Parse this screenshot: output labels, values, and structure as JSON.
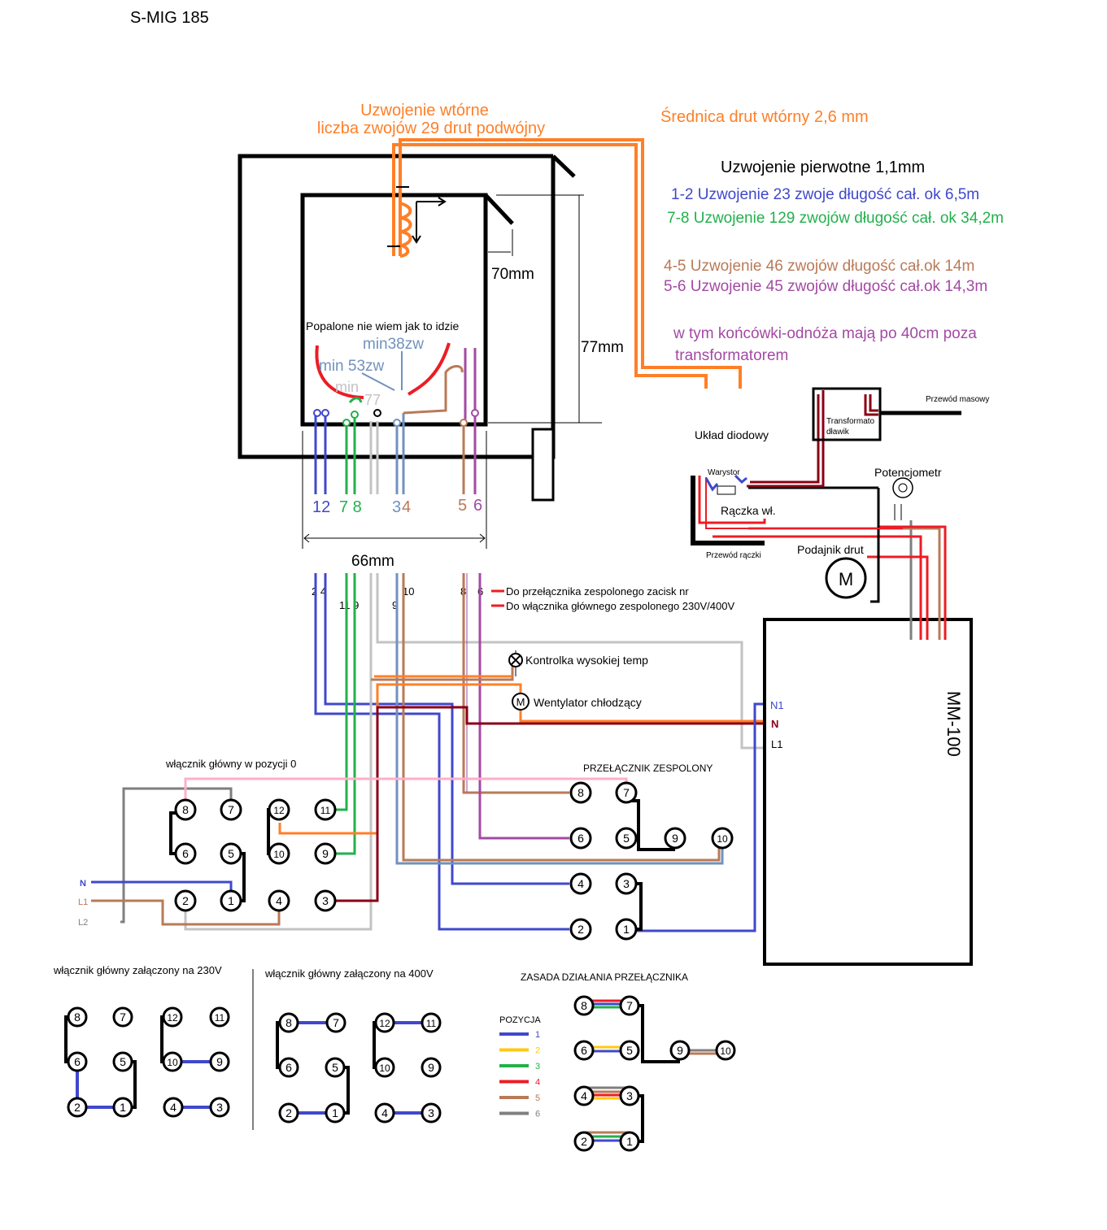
{
  "title": "S-MIG 185",
  "colors": {
    "blue": "#3f48cc",
    "green": "#22b14c",
    "orange": "#ff7f27",
    "brown": "#b97a57",
    "purple": "#a349a4",
    "grey": "#7f7f7f",
    "lightgrey": "#c3c3c3",
    "steel": "#7092be",
    "darkred": "#880015",
    "red": "#ed1c24",
    "yellow": "#ffc90e",
    "pink": "#ffaec9",
    "black": "#000000"
  },
  "transformer": {
    "secondary_title": "Uzwojenie wtórne",
    "secondary_turns": "liczba zwojów 29 drut podwójny",
    "secondary_diameter": "Średnica drut wtórny 2,6 mm",
    "primary_title": "Uzwojenie pierwotne 1,1mm",
    "w12": "1-2 Uzwojenie 23 zwoje  długość cał. ok 6,5m",
    "w78": "7-8 Uzwojenie 129 zwojów długość  cał. ok 34,2m",
    "w45": "4-5 Uzwojenie 46 zwojów długość cał.ok 14m",
    "w56": "5-6 Uzwojenie 45 zwojów długość cał.ok 14,3m",
    "leads_1": "w tym końcówki-odnóża  mają po 40cm poza",
    "leads_2": "transformatorem",
    "burnt": "Popalone nie wiem jak to idzie",
    "min38": "min38zw",
    "min53": "min 53zw",
    "min": "min",
    "n77": "77",
    "dim_70": "70mm",
    "dim_77": "77mm",
    "dim_66": "66mm",
    "term_12": "12",
    "term_78": "7 8",
    "term_3": "3",
    "term_4": "4",
    "term_5": "5",
    "term_6": "6"
  },
  "bus": {
    "c24": "2 4",
    "c119": "11 9",
    "c9": "9",
    "c10": "10",
    "c8": "8",
    "c6": "6",
    "note1": "Do przełącznika zespolonego zacisk nr",
    "note2": "Do włącznika głównego zespolonego 230V/400V"
  },
  "labels": {
    "diode": "Układ diodowy",
    "varistor": "Warystor",
    "transformer_choke_1": "Transformato",
    "transformer_choke_2": "dławik",
    "ground_cable": "Przewód masowy",
    "pot": "Potencjometr",
    "trigger": "Rączka wł.",
    "handle_cable": "Przewód rączki",
    "feeder": "Podajnik drut",
    "motor": "M",
    "lamp": "Kontrolka wysokiej temp",
    "fan": "Wentylator chłodzący",
    "board": "MM-100",
    "n1": "N1",
    "n": "N",
    "l1": "L1"
  },
  "main_switch": {
    "title": "włącznik główny   w pozycji 0",
    "n": "N",
    "l1": "L1",
    "l2": "L2"
  },
  "combo_switch": {
    "title": "PRZEŁĄCZNIK ZESPOLONY"
  },
  "bottom": {
    "sw230": "włącznik główny załączony na 230V",
    "sw400": "włącznik główny załączony na 400V",
    "principle": "ZASADA DZIAŁANIA PRZEŁĄCZNIKA",
    "position": "POZYCJA",
    "positions": [
      "1",
      "2",
      "3",
      "4",
      "5",
      "6"
    ]
  }
}
